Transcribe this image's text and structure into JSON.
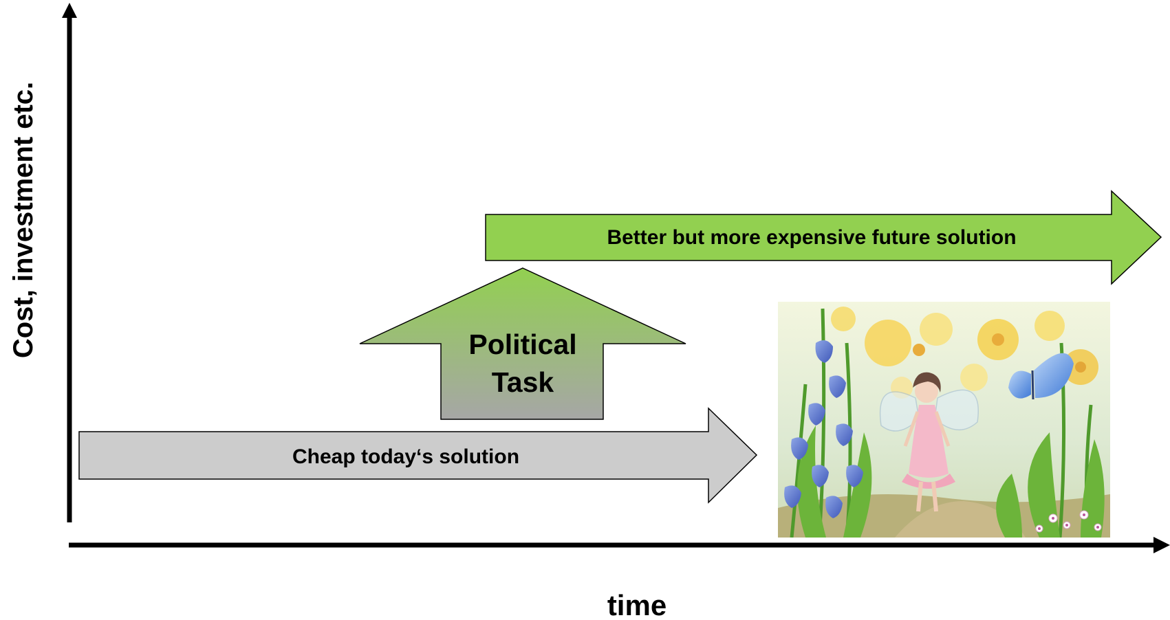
{
  "axes": {
    "y_label": "Cost, investment etc.",
    "x_label": "time"
  },
  "arrows": {
    "today": {
      "label": "Cheap today‘s solution",
      "fill": "#cccccc"
    },
    "political": {
      "label_line1": "Political",
      "label_line2": "Task",
      "fill_top": "#92d050",
      "fill_bottom": "#a6a6a6"
    },
    "future": {
      "label": "Better but more expensive future solution",
      "fill": "#92d050"
    }
  },
  "illustration": {
    "subject": "fairy-garden-illustration"
  },
  "colors": {
    "axis": "#000000",
    "outline": "#000000"
  }
}
